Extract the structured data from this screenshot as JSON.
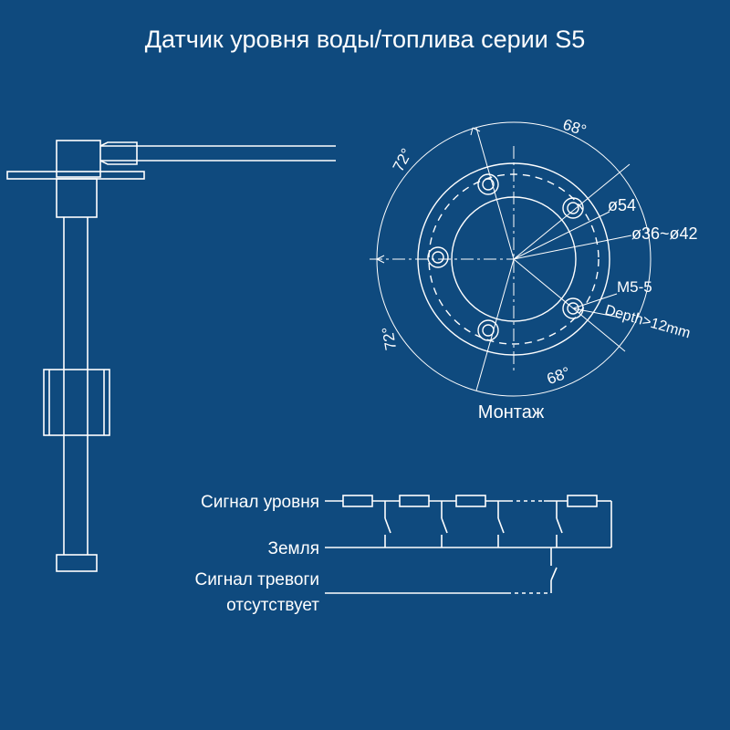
{
  "title": "Датчик уровня воды/топлива серии S5",
  "mounting": {
    "caption": "Монтаж",
    "angles": {
      "top": "68°",
      "bottom": "68°",
      "upper_left": "72°",
      "lower_left": "72°"
    },
    "dimensions": {
      "hole_circle": "ø54",
      "bore": "ø36~ø42",
      "thread": "M5-5",
      "depth": "Depth>12mm"
    }
  },
  "wiring": {
    "level_signal": "Сигнал уровня",
    "ground": "Земля",
    "alarm_line1": "Сигнал тревоги",
    "alarm_line2": "отсутствует"
  },
  "colors": {
    "background": "#0f4a7e",
    "line": "#ffffff"
  }
}
